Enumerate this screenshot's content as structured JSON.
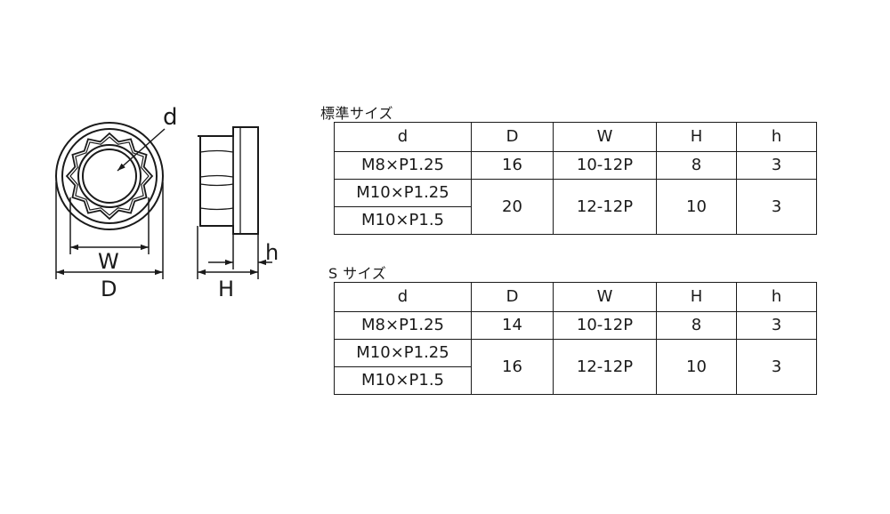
{
  "drawing": {
    "labels": {
      "d": "d",
      "W": "W",
      "D": "D",
      "H": "H",
      "h": "h"
    }
  },
  "tables": [
    {
      "caption": "標準サイズ",
      "headers": [
        "d",
        "D",
        "W",
        "H",
        "h"
      ],
      "rows": [
        {
          "d": "M8×P1.25",
          "D": "16",
          "W": "10-12P",
          "H": "8",
          "h": "3"
        },
        {
          "d": "M10×P1.25",
          "D": "20",
          "W": "12-12P",
          "H": "10",
          "h": "3",
          "merged": true
        },
        {
          "d": "M10×P1.5"
        }
      ]
    },
    {
      "caption": "S サイズ",
      "headers": [
        "d",
        "D",
        "W",
        "H",
        "h"
      ],
      "rows": [
        {
          "d": "M8×P1.25",
          "D": "14",
          "W": "10-12P",
          "H": "8",
          "h": "3"
        },
        {
          "d": "M10×P1.25",
          "D": "16",
          "W": "12-12P",
          "H": "10",
          "h": "3",
          "merged": true
        },
        {
          "d": "M10×P1.5"
        }
      ]
    }
  ]
}
